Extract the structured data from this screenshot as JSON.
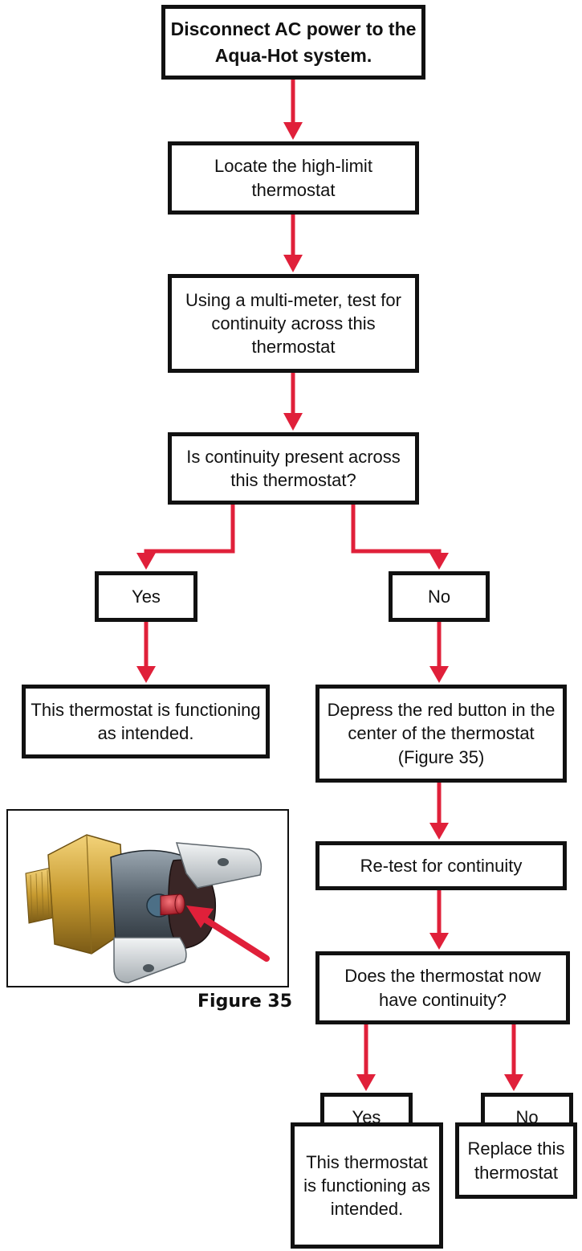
{
  "flowchart": {
    "step1": "Disconnect AC power to the Aqua-Hot system.",
    "step2": "Locate the high-limit thermostat",
    "step3": "Using a multi-meter, test for continuity across this thermostat",
    "question1": "Is continuity present across this thermostat?",
    "q1_yes": "Yes",
    "q1_no": "No",
    "q1_yes_result": "This thermostat is functioning as intended.",
    "q1_no_action": "Depress the red button in the center of the thermostat (Figure 35)",
    "retest": "Re-test for continuity",
    "question2": "Does the thermostat now have continuity?",
    "q2_yes": "Yes",
    "q2_no": "No",
    "q2_yes_result": "This thermostat is functioning as intended.",
    "q2_no_result": "Replace this thermostat"
  },
  "figure": {
    "caption": "Figure 35",
    "icon": "thermostat-photo"
  },
  "colors": {
    "arrow": "#e0203a",
    "border": "#111111"
  }
}
